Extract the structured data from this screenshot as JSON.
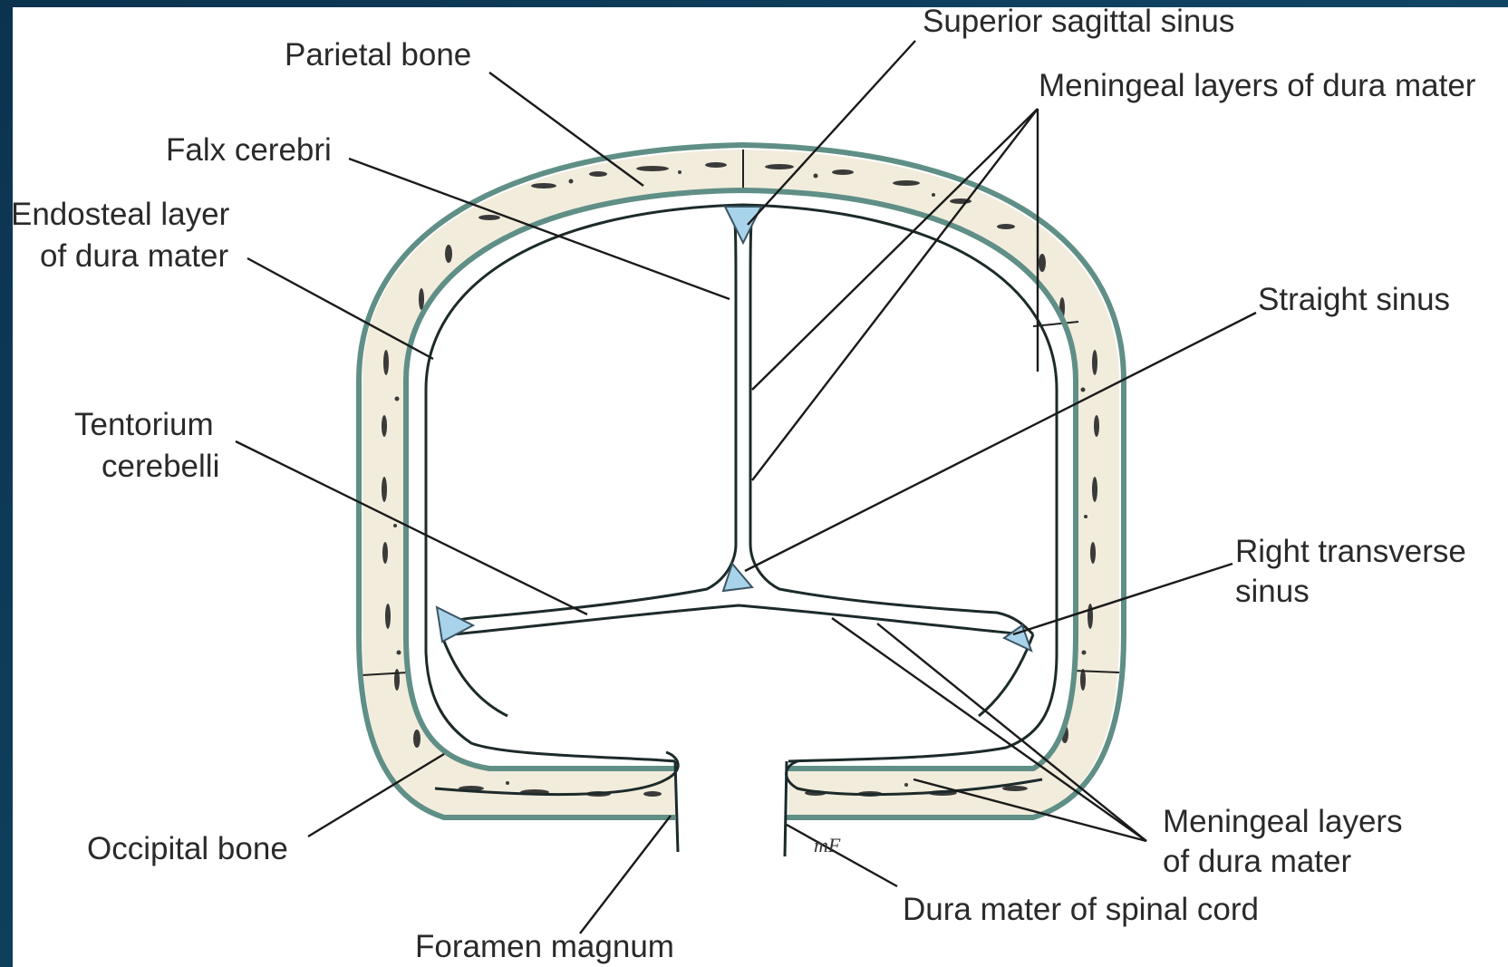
{
  "labels": {
    "superior_sagittal_sinus": "Superior sagittal sinus",
    "parietal_bone": "Parietal bone",
    "meningeal_layers_top": "Meningeal layers of dura mater",
    "falx_cerebri": "Falx cerebri",
    "endosteal_line1": "Endosteal layer",
    "endosteal_line2": "of dura mater",
    "straight_sinus": "Straight sinus",
    "tentorium_line1": "Tentorium",
    "tentorium_line2": "cerebelli",
    "right_transverse_line1": "Right transverse",
    "right_transverse_line2": "sinus",
    "meningeal_bottom_line1": "Meningeal layers",
    "meningeal_bottom_line2": "of dura mater",
    "occipital_bone": "Occipital bone",
    "dura_spinal_cord": "Dura mater of spinal cord",
    "foramen_magnum": "Foramen magnum",
    "signature": "mF"
  },
  "colors": {
    "background": "#0d3a52",
    "bone": "#f2ecdc",
    "dura_outline": "#5f8f86",
    "sinus": "#a8d3ea"
  }
}
